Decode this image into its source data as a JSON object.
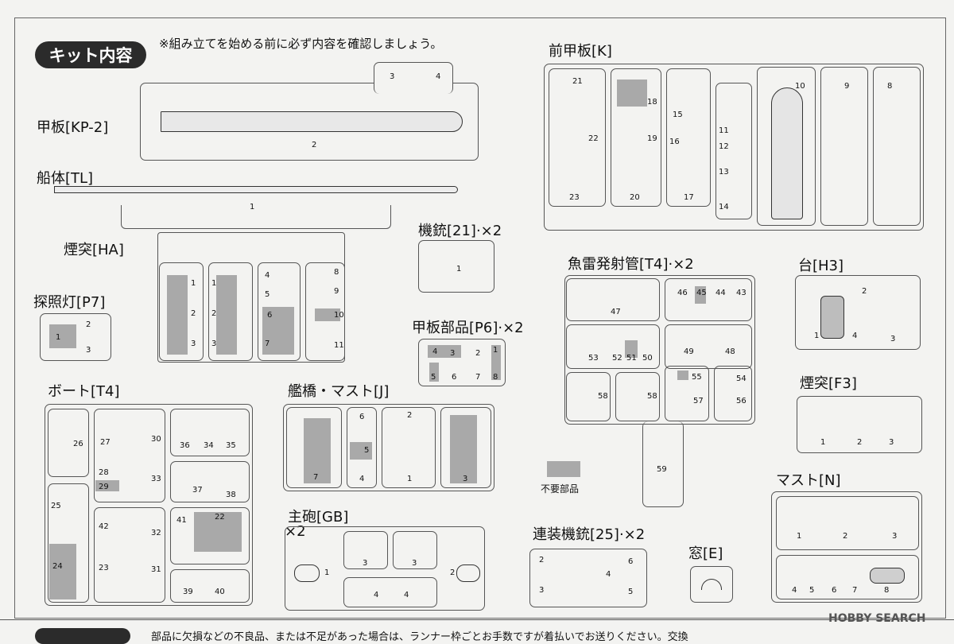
{
  "header": {
    "badge": "キット内容",
    "note": "※組み立てを始める前に必ず内容を確認しましょう。"
  },
  "sections": {
    "deck": "甲板[KP-2]",
    "hull": "船体[TL]",
    "funnel_ha": "煙突[HA]",
    "searchlight": "探照灯[P7]",
    "boat": "ボート[T4]",
    "bridge": "艦橋・マスト[J]",
    "main_gun": "主砲[GB]",
    "main_gun_mult": "×2",
    "mg": "機銃[21]·×2",
    "deck_parts": "甲板部品[P6]·×2",
    "fore_deck": "前甲板[K]",
    "torpedo": "魚雷発射管[T4]·×2",
    "stand": "台[H3]",
    "funnel_f3": "煙突[F3]",
    "mast_n": "マスト[N]",
    "twin_mg": "連装機銃[25]·×2",
    "window": "窓[E]"
  },
  "legend": {
    "unneeded": "不要部品"
  },
  "footer": {
    "text": "部品に欠損などの不良品、または不足があった場合は、ランナー枠ごとお手数ですが着払いでお送りください。交換"
  },
  "watermark": "HOBBY SEARCH",
  "nums": {
    "n1": "1",
    "n2": "2",
    "n3": "3",
    "n4": "4",
    "n5": "5",
    "n6": "6",
    "n7": "7",
    "n8": "8",
    "n9": "9",
    "n10": "10",
    "n11": "11",
    "n12": "12",
    "n13": "13",
    "n14": "14",
    "n15": "15",
    "n16": "16",
    "n17": "17",
    "n18": "18",
    "n19": "19",
    "n20": "20",
    "n21": "21",
    "n22": "22",
    "n23": "23",
    "n24": "24",
    "n25": "25",
    "n26": "26",
    "n27": "27",
    "n28": "28",
    "n29": "29",
    "n30": "30",
    "n31": "31",
    "n32": "32",
    "n33": "33",
    "n34": "34",
    "n35": "35",
    "n36": "36",
    "n37": "37",
    "n38": "38",
    "n39": "39",
    "n40": "40",
    "n41": "41",
    "n42": "42",
    "n43": "43",
    "n44": "44",
    "n45": "45",
    "n46": "46",
    "n47": "47",
    "n48": "48",
    "n49": "49",
    "n50": "50",
    "n51": "51",
    "n52": "52",
    "n53": "53",
    "n54": "54",
    "n55": "55",
    "n56": "56",
    "n57": "57",
    "n58": "58",
    "n59": "59"
  }
}
